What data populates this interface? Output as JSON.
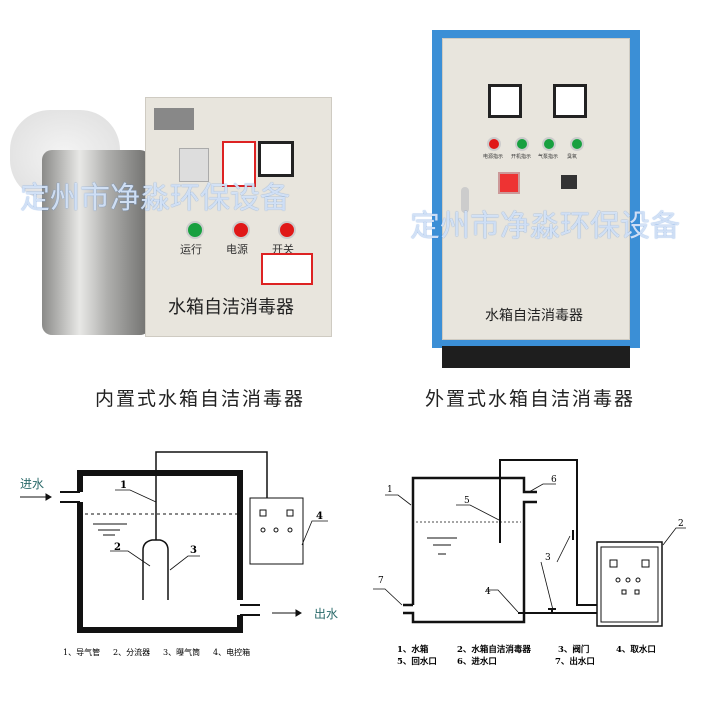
{
  "left_product": {
    "panel_title": "水箱自洁消毒器",
    "lamp_labels": [
      "运行",
      "电源",
      "开关"
    ],
    "caption": "内置式水箱自洁消毒器"
  },
  "right_product": {
    "panel_title": "水箱自洁消毒器",
    "lamp_labels": [
      "电源指示",
      "开机指示",
      "气泵指示",
      "臭氧"
    ],
    "caption": "外置式水箱自洁消毒器"
  },
  "watermark": "定州市净淼环保设备",
  "diagram_left": {
    "inlet": "进水",
    "outlet": "出水",
    "callouts": [
      "1",
      "2",
      "3",
      "4"
    ],
    "legend": [
      "1、导气管",
      "2、分流器",
      "3、曝气筒",
      "4、电控箱"
    ]
  },
  "diagram_right": {
    "callouts": [
      "1",
      "2",
      "3",
      "4",
      "5",
      "6",
      "7"
    ],
    "legend": [
      "1、水箱",
      "2、水箱自洁消毒器",
      "3、阀门",
      "4、取水口",
      "5、回水口",
      "6、进水口",
      "7、出水口"
    ]
  }
}
